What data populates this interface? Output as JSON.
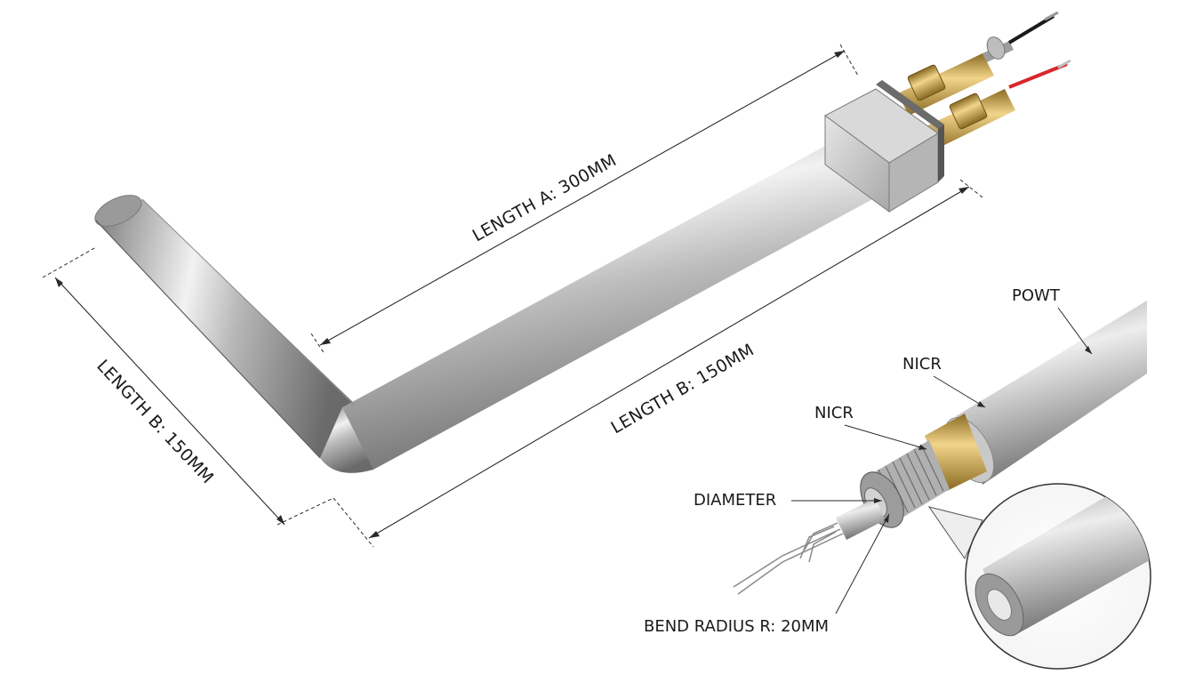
{
  "labels": {
    "length_a": "LENGTH A: 300MM",
    "length_b_long": "LENGTH B: 150MM",
    "length_b_short": "LENGTH B: 150MM",
    "powt": "POWT",
    "nicr_outer": "NICR",
    "nicr_inner": "NICR",
    "diameter": "DIAMETER",
    "bend_radius": "BEND RADIUS R: 20MM"
  },
  "colors": {
    "tube_light": "#f4f4f4",
    "tube_mid": "#b9b9b9",
    "tube_dark": "#6f6f6f",
    "brass_light": "#f2d48a",
    "brass_dark": "#8a6a22",
    "wire_red": "#d8262b",
    "wire_black": "#1b1b1b"
  }
}
